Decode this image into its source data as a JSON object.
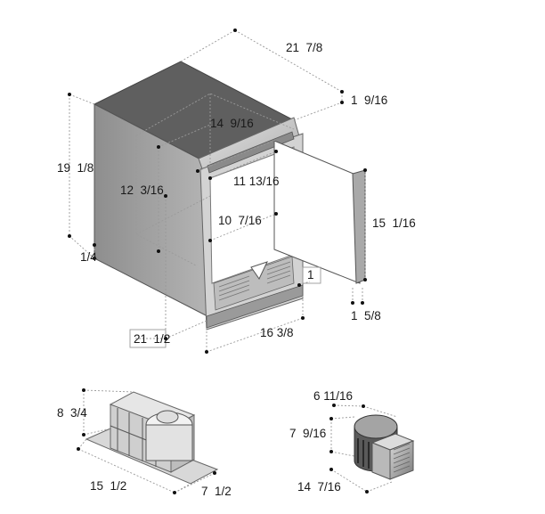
{
  "fridge": {
    "overall_depth": "21  7/8",
    "door_offset_top": "1  9/16",
    "overall_height": "19  1/8",
    "interior_height": "12  3/16",
    "interior_depth": "14  9/16",
    "interior_width_top": "11 13/16",
    "interior_width_mid": "10  7/16",
    "door_height": "15  1/16",
    "base_step": "1/4",
    "door_bottom_gap": "1",
    "door_thickness": "1  5/8",
    "cabinet_depth": "21  1/2",
    "overall_width": "16 3/8"
  },
  "compressor": {
    "height": "8  3/4",
    "length": "15  1/2",
    "width": "7  1/2"
  },
  "fan_unit": {
    "width": "6 11/16",
    "height": "7  9/16",
    "depth": "14  7/16"
  },
  "colors": {
    "cabinet_top": "#5f5f5f",
    "cabinet_side": "#9c9c9c",
    "steel": "#cdcdcd",
    "door_face": "#ffffff",
    "dimension_line": "#9a9a9a"
  }
}
